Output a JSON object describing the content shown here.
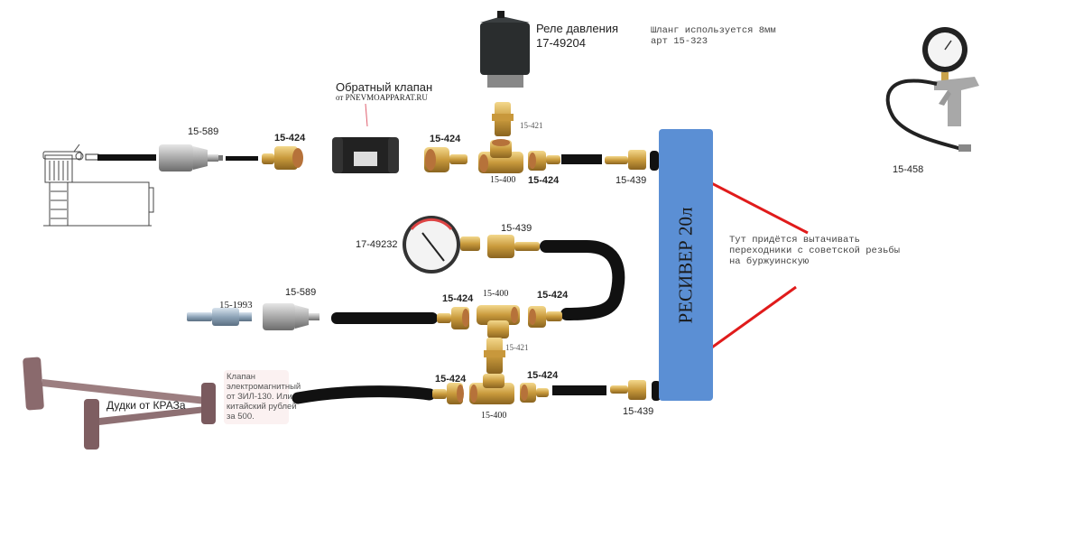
{
  "colors": {
    "receiver": "#5b8fd4",
    "arrow": "#e01b1b",
    "hose": "#111111",
    "brass": "#c9a24a",
    "horn": "#8a6a6d"
  },
  "top_notes": {
    "relay_title": "Реле давления",
    "relay_code": "17-49204",
    "hose_note_line1": "Шланг используется 8мм",
    "hose_note_line2": "арт 15-323"
  },
  "check_valve": {
    "title": "Обратный клапан",
    "source": "от PNEVMOAPPARAT.RU"
  },
  "top_line": {
    "coupler": "15-589",
    "fitting_a": "15-424",
    "fitting_b": "15-424",
    "nipple": "15-421",
    "tee": "15-400",
    "fitting_c": "15-424",
    "receiver_fitting": "15-439"
  },
  "inflator": {
    "code": "15-458"
  },
  "receiver": {
    "label": "РЕСИВЕР 20л"
  },
  "adapter_note": {
    "line1": "Тут придётся вытачивать",
    "line2": "переходники с советской резьбы",
    "line3": "на буржуинскую"
  },
  "middle_line": {
    "gauge": "17-49232",
    "gauge_fitting": "15-439",
    "plug": "15-1993",
    "coupler": "15-589",
    "fitting_a": "15-424",
    "tee": "15-400",
    "fitting_b": "15-424",
    "nipple": "15-421"
  },
  "bottom_line": {
    "horns_label": "Дудки от КРАЗа",
    "valve_note": "Клапан\nэлектромагнитный\nот ЗИЛ-130. Или\nкитайский рублей\nза 500.",
    "fitting_a": "15-424",
    "tee": "15-400",
    "fitting_b": "15-424",
    "receiver_fitting": "15-439"
  }
}
